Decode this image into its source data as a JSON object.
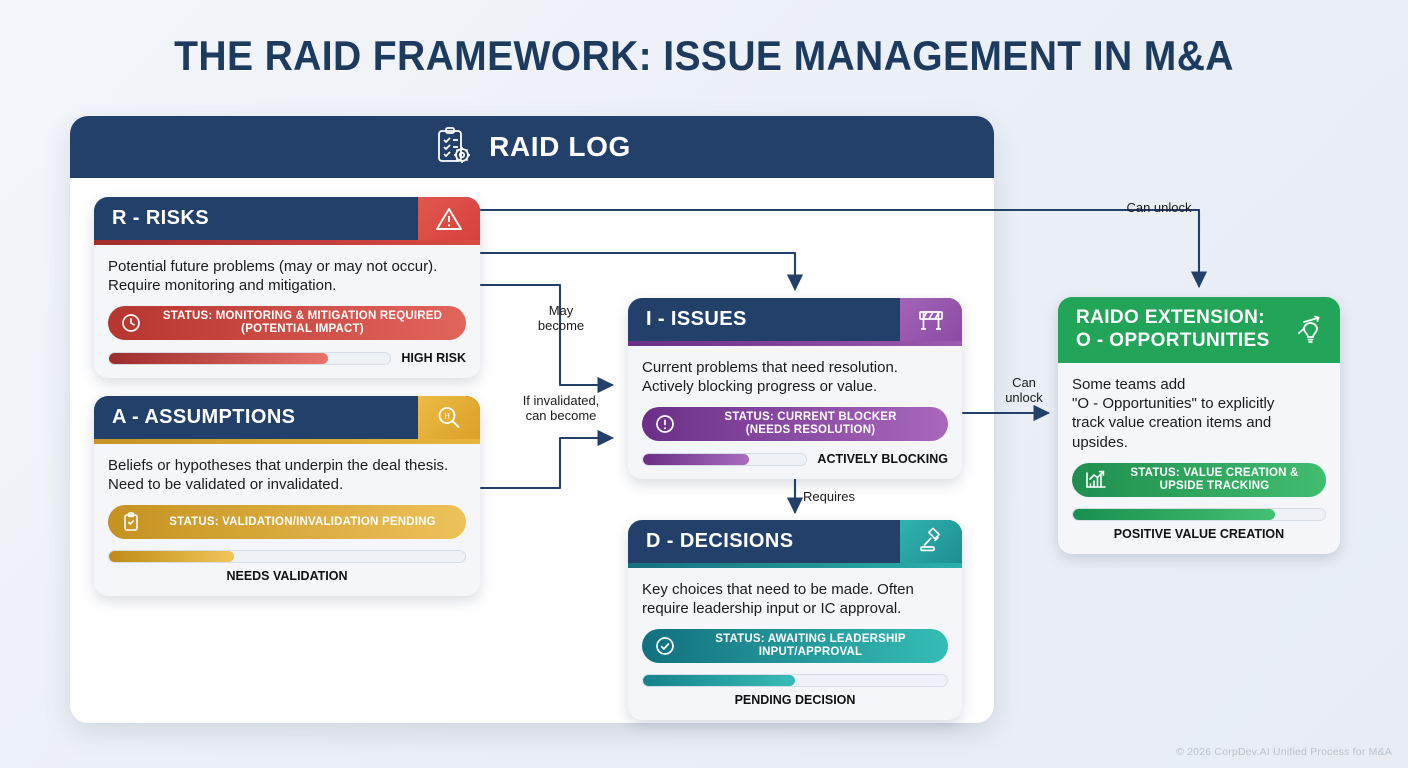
{
  "page": {
    "title": "The RAID Framework: Issue Management in M&A",
    "footer": "© 2026 CorpDev.AI Unified Process for M&A"
  },
  "panel": {
    "header_title": "RAID LOG",
    "header_icon": "clipboard-gear-icon"
  },
  "cards": {
    "risks": {
      "title": "R - RISKS",
      "icon": "warning-triangle-icon",
      "description": "Potential future problems (may or may not occur). Require monitoring and mitigation.",
      "status": "STATUS: MONITORING & MITIGATION REQUIRED\n(POTENTIAL IMPACT)",
      "status_icon": "clock-icon",
      "bar_label": "HIGH RISK",
      "bar_percent": 78,
      "color": "#d94b45"
    },
    "assumptions": {
      "title": "A - ASSUMPTIONS",
      "icon": "magnifier-hypothesis-icon",
      "description": "Beliefs or hypotheses that underpin the deal thesis. Need to be validated or invalidated.",
      "status": "STATUS: VALIDATION/INVALIDATION PENDING",
      "status_icon": "clipboard-check-icon",
      "bar_label": "NEEDS VALIDATION",
      "bar_percent": 35,
      "color": "#e8b63c"
    },
    "issues": {
      "title": "I - ISSUES",
      "icon": "barrier-icon",
      "description": "Current problems that need resolution. Actively blocking progress or value.",
      "status": "STATUS: CURRENT BLOCKER\n(NEEDS RESOLUTION)",
      "status_icon": "exclamation-circle-icon",
      "bar_label": "ACTIVELY BLOCKING",
      "bar_percent": 65,
      "color": "#9c5cb0"
    },
    "decisions": {
      "title": "D - DECISIONS",
      "icon": "gavel-icon",
      "description": "Key choices that need to be made. Often require leadership input or IC approval.",
      "status": "STATUS: AWAITING LEADERSHIP\nINPUT/APPROVAL",
      "status_icon": "check-circle-icon",
      "bar_label": "PENDING DECISION",
      "bar_percent": 50,
      "color": "#2bb0ac"
    },
    "opportunities": {
      "title": "RAIDO EXTENSION:\nO - OPPORTUNITIES",
      "icon": "lightbulb-growth-icon",
      "description": "Some teams add\n\"O - Opportunities\" to explicitly\ntrack value creation items and\nupsides.",
      "status": "STATUS: VALUE CREATION &\nUPSIDE TRACKING",
      "status_icon": "bar-chart-growth-icon",
      "bar_label": "POSITIVE VALUE CREATION",
      "bar_percent": 80,
      "color": "#22a558"
    }
  },
  "connectors": [
    {
      "id": "risks-to-opportunities",
      "label": "Can unlock"
    },
    {
      "id": "risks-to-issues",
      "label": "May\nbecome"
    },
    {
      "id": "assumptions-to-issues",
      "label": "If invalidated,\ncan become"
    },
    {
      "id": "issues-to-decisions",
      "label": "Requires"
    },
    {
      "id": "issues-to-opportunities",
      "label": "Can\nunlock"
    }
  ]
}
